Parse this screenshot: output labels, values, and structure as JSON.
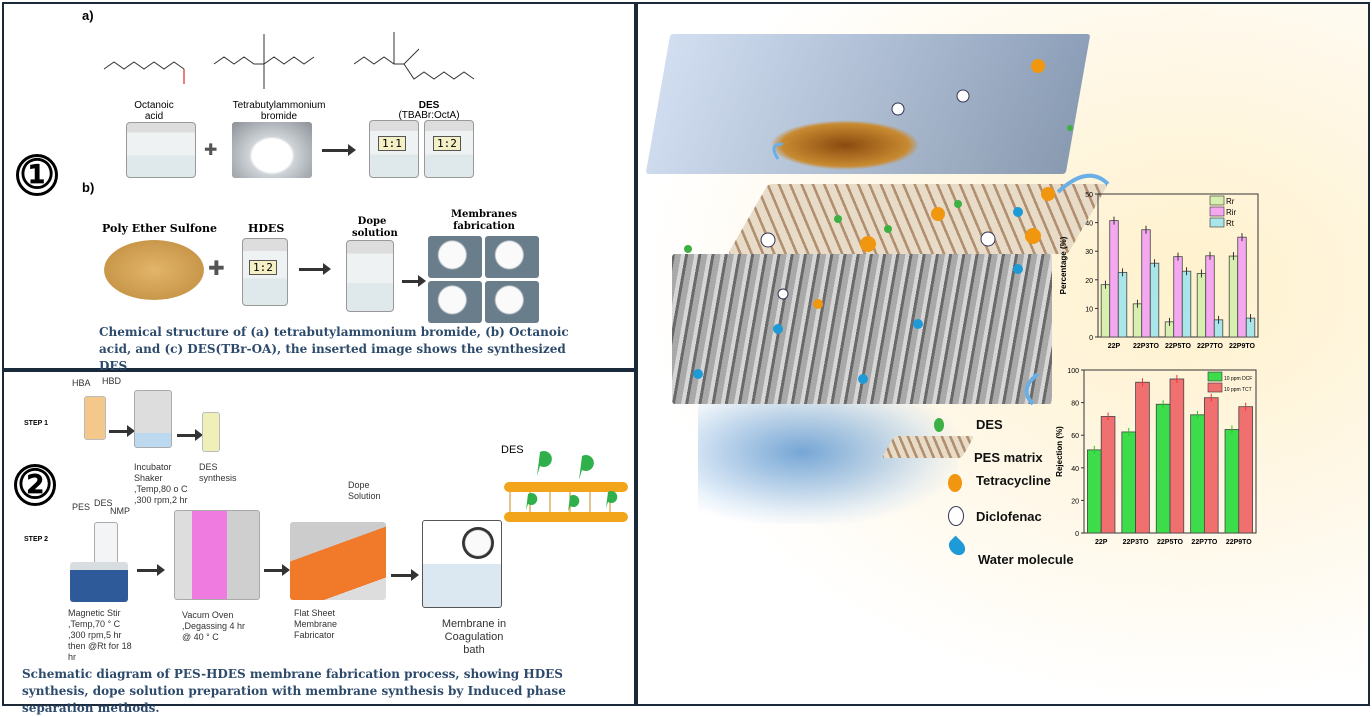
{
  "panel1": {
    "number": "①",
    "part_a": "a)",
    "part_b": "b)",
    "chem": [
      "Octanoic acid",
      "Tetrabutylammonium bromide",
      "DES",
      "(TBABr:OctA)"
    ],
    "ratios": [
      "1:1",
      "1:2"
    ],
    "step_labels": [
      "Poly Ether Sulfone",
      "HDES",
      "Dope solution",
      "Membranes fabrication"
    ],
    "hdes_ratio": "1:2",
    "caption": "Chemical structure of (a) tetrabutylammonium bromide, (b) Octanoic acid, and (c) DES(TBr-OA), the inserted image shows the synthesized DES"
  },
  "panel2": {
    "number": "②",
    "step1": "STEP 1",
    "step2": "STEP 2",
    "hba": "HBA",
    "hbd": "HBD",
    "incubator": "Incubator Shaker ,Temp,80 o C ,300 rpm,2 hr",
    "des_synthesis": "DES synthesis",
    "inputs": [
      "PES",
      "DES",
      "NMP"
    ],
    "magnetic": "Magnetic Stir ,Temp,70 ° C ,300 rpm,5 hr then @Rt for 18 hr",
    "oven": "Vacum Oven ,Degassing 4 hr @ 40 ° C",
    "fabricator": "Flat Sheet Membrane Fabricator",
    "dope": "Dope Solution",
    "bath": "Membrane in Coagulation bath",
    "des_label": "DES",
    "caption": "Schematic diagram of PES-HDES membrane fabrication process, showing HDES synthesis, dope solution preparation with membrane synthesis by Induced phase separation methods."
  },
  "legend": [
    "DES",
    "PES matrix",
    "Tetracycline",
    "Diclofenac",
    "Water molecule"
  ],
  "colors": {
    "des": "#3cb043",
    "tetracycline": "#f0960f",
    "water": "#1e9bd7",
    "border": "#1a2a3a",
    "caption": "#2d4a6b"
  },
  "chart_data": [
    {
      "type": "bar",
      "title": "",
      "xlabel": "",
      "ylabel": "Percentage (%)",
      "ylim": [
        0,
        50
      ],
      "yticks": [
        "0",
        "10",
        "20",
        "30",
        "40",
        "50"
      ],
      "categories": [
        "22P",
        "22P3TO",
        "22P5TO",
        "22P7TO",
        "22P9TO"
      ],
      "series": [
        {
          "name": "Rr",
          "values": [
            18.3,
            11.6,
            5.3,
            22.2,
            28.3
          ],
          "color": "#d9efb0"
        },
        {
          "name": "Rir",
          "values": [
            40.7,
            37.5,
            28.1,
            28.4,
            34.9
          ],
          "color": "#f5a8f0"
        },
        {
          "name": "Rt",
          "values": [
            22.6,
            25.8,
            23.0,
            6.0,
            6.6
          ],
          "color": "#a8e6ea"
        }
      ],
      "legend": "top-right"
    },
    {
      "type": "bar",
      "title": "",
      "xlabel": "",
      "ylabel": "Rejection (%)",
      "ylim": [
        0,
        100
      ],
      "yticks": [
        "0",
        "20",
        "40",
        "60",
        "80",
        "100"
      ],
      "categories": [
        "22P",
        "22P3TO",
        "22P5TO",
        "22P7TO",
        "22P9TO"
      ],
      "series": [
        {
          "name": "10 ppm DCF",
          "values": [
            51,
            62,
            79,
            72.5,
            63.5
          ],
          "color": "#3ddc4a"
        },
        {
          "name": "10 ppm TCT",
          "values": [
            71.5,
            92.5,
            94.5,
            83,
            77.5
          ],
          "color": "#f07070"
        }
      ],
      "legend": "top-right"
    }
  ]
}
